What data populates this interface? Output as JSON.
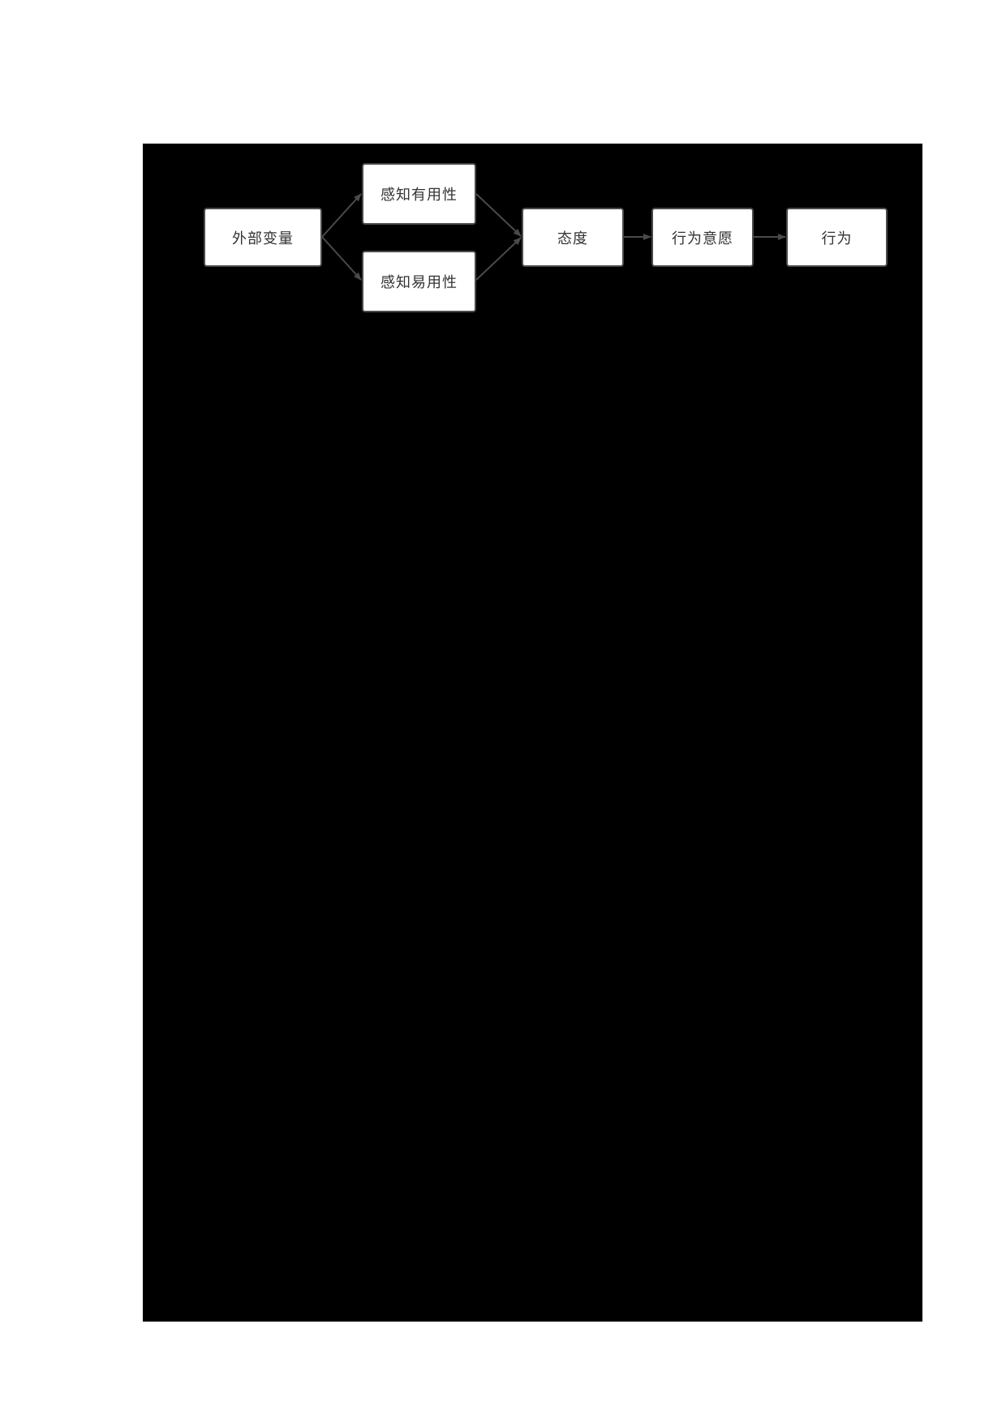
{
  "diagram": {
    "type": "flowchart",
    "background_color": "#000000",
    "page_color": "#ffffff",
    "node_fill": "#ffffff",
    "node_border": "#4a4a4a",
    "edge_color": "#4a4a4a",
    "text_color": "#333333",
    "nodes": [
      {
        "id": "external",
        "label": "外部变量"
      },
      {
        "id": "pu",
        "label": "感知有用性"
      },
      {
        "id": "peou",
        "label": "感知易用性"
      },
      {
        "id": "attitude",
        "label": "态度"
      },
      {
        "id": "intention",
        "label": "行为意愿"
      },
      {
        "id": "behavior",
        "label": "行为"
      }
    ],
    "edges": [
      {
        "from": "外部变量",
        "to": "感知有用性"
      },
      {
        "from": "外部变量",
        "to": "感知易用性"
      },
      {
        "from": "感知有用性",
        "to": "态度"
      },
      {
        "from": "感知易用性",
        "to": "态度"
      },
      {
        "from": "态度",
        "to": "行为意愿"
      },
      {
        "from": "行为意愿",
        "to": "行为"
      }
    ]
  }
}
